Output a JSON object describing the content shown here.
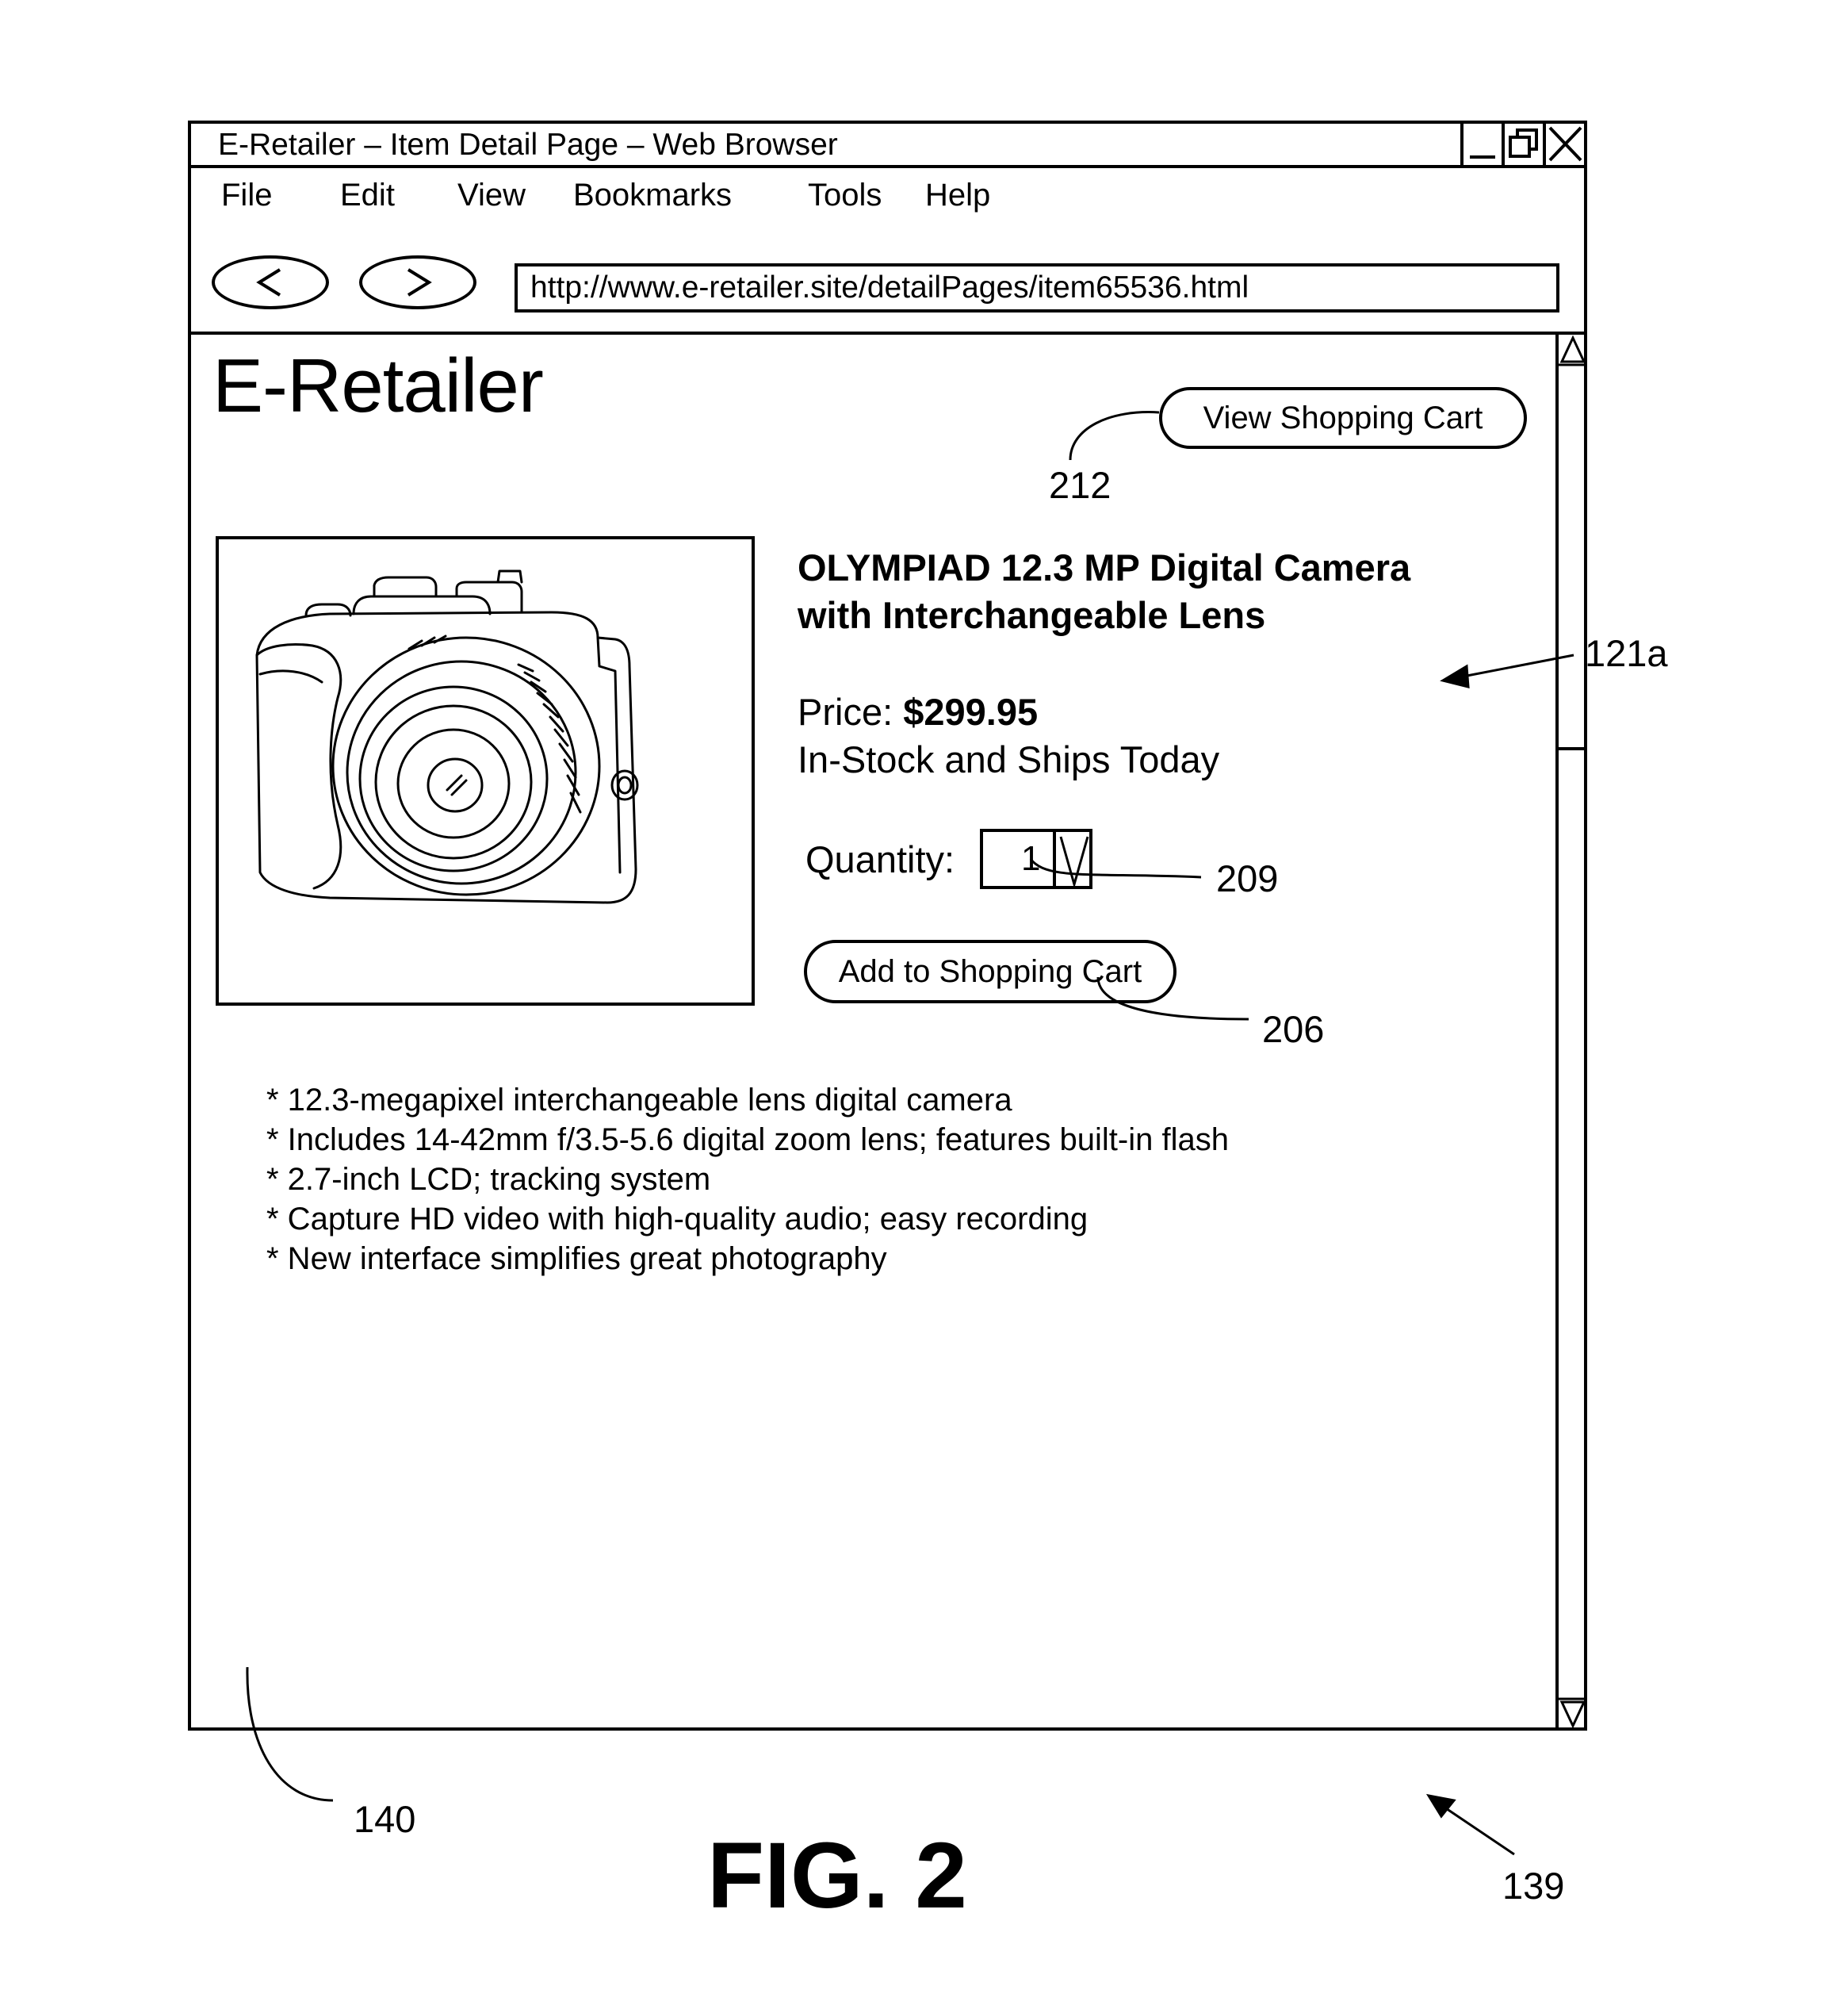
{
  "window": {
    "title": "E-Retailer – Item Detail Page – Web Browser"
  },
  "menu": [
    "File",
    "Edit",
    "View",
    "Bookmarks",
    "Tools",
    "Help"
  ],
  "nav": {
    "back_icon": "chevron-left-icon",
    "forward_icon": "chevron-right-icon",
    "url": "http://www.e-retailer.site/detailPages/item65536.html"
  },
  "page": {
    "logo": "E-Retailer",
    "view_cart_label": "View Shopping Cart",
    "product": {
      "title_line1": "OLYMPIAD 12.3 MP Digital Camera",
      "title_line2": "with Interchangeable Lens",
      "price_label": "Price:",
      "price_value": "$299.95",
      "stock": "In-Stock and Ships Today",
      "quantity_label": "Quantity:",
      "quantity_value": "1",
      "add_to_cart_label": "Add to Shopping Cart",
      "image_icon": "camera-icon"
    },
    "features": [
      "* 12.3-megapixel interchangeable lens digital camera",
      "* Includes 14-42mm f/3.5-5.6 digital zoom lens; features built-in flash",
      "* 2.7-inch LCD; tracking system",
      "* Capture HD video with high-quality audio; easy recording",
      "* New interface simplifies great photography"
    ]
  },
  "references": {
    "r212": "212",
    "r121a": "121a",
    "r209": "209",
    "r206": "206",
    "r140": "140",
    "r139": "139"
  },
  "figure_label": "FIG. 2"
}
